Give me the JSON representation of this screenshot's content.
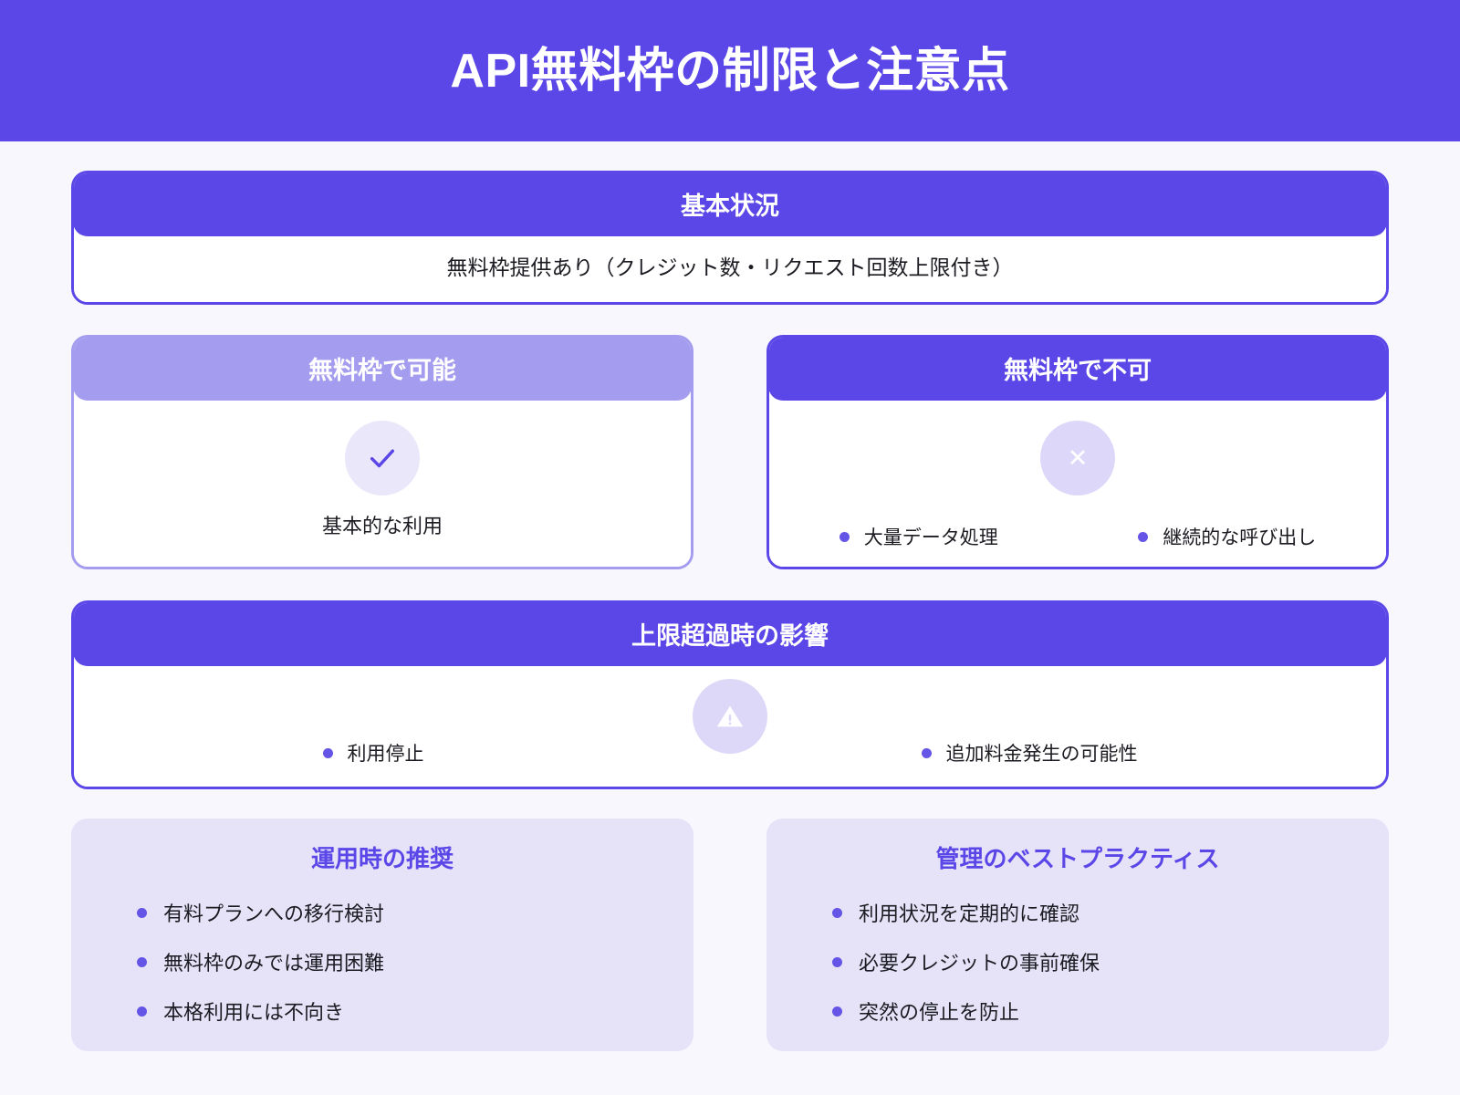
{
  "header": {
    "title": "API無料枠の制限と注意点"
  },
  "status_card": {
    "header": "基本状況",
    "body_text": "無料枠提供あり（クレジット数・リクエスト回数上限付き）"
  },
  "allowed_card": {
    "header": "無料枠で可能",
    "icon": "check-icon",
    "items": [
      "基本的な利用"
    ]
  },
  "not_allowed_card": {
    "header": "無料枠で不可",
    "icon": "close-icon",
    "items": [
      "大量データ処理",
      "継続的な呼び出し"
    ]
  },
  "impact_card": {
    "header": "上限超過時の影響",
    "icon": "warning-icon",
    "items": [
      "利用停止",
      "追加料金発生の可能性"
    ]
  },
  "recommend_panel": {
    "title": "運用時の推奨",
    "items": [
      "有料プランへの移行検討",
      "無料枠のみでは運用困難",
      "本格利用には不向き"
    ]
  },
  "bestpractice_panel": {
    "title": "管理のベストプラクティス",
    "items": [
      "利用状況を定期的に確認",
      "必要クレジットの事前確保",
      "突然の停止を防止"
    ]
  },
  "colors": {
    "brand": "#5B47E8",
    "brand_light": "#A49CEE",
    "panel_bg": "#E6E3F8",
    "page_bg": "#F8F7FE",
    "bullet": "#6555E6",
    "circle_ok": "#EAE7FA",
    "circle_ng": "#DDD8FA"
  }
}
